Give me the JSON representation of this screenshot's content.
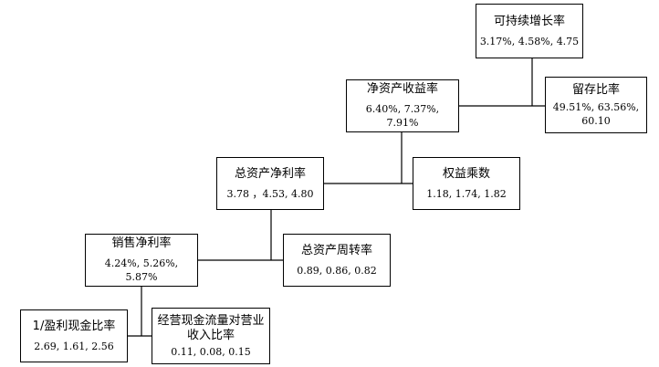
{
  "nodes": {
    "sgr": {
      "title": "可持续增长率",
      "values": "3.17%, 4.58%, 4.75"
    },
    "roe": {
      "title": "净资产收益率",
      "values": "6.40%, 7.37%, 7.91%"
    },
    "retention": {
      "title": "留存比率",
      "values": "49.51%, 63.56%, 60.10"
    },
    "roa": {
      "title": "总资产净利率",
      "values": "3.78 ，4.53, 4.80"
    },
    "equity_multiplier": {
      "title": "权益乘数",
      "values": "1.18, 1.74, 1.82"
    },
    "net_profit_margin": {
      "title": "销售净利率",
      "values": "4.24%, 5.26%, 5.87%"
    },
    "asset_turnover": {
      "title": "总资产周转率",
      "values": "0.89, 0.86, 0.82"
    },
    "inverse_cash_ratio": {
      "title": "1/盈利现金比率",
      "values": "2.69, 1.61, 2.56"
    },
    "ocf_to_revenue": {
      "title": "经营现金流量对营业收入比率",
      "values": "0.11, 0.08, 0.15"
    }
  },
  "colors": {
    "border": "#000000",
    "background": "#ffffff",
    "text": "#000000"
  }
}
